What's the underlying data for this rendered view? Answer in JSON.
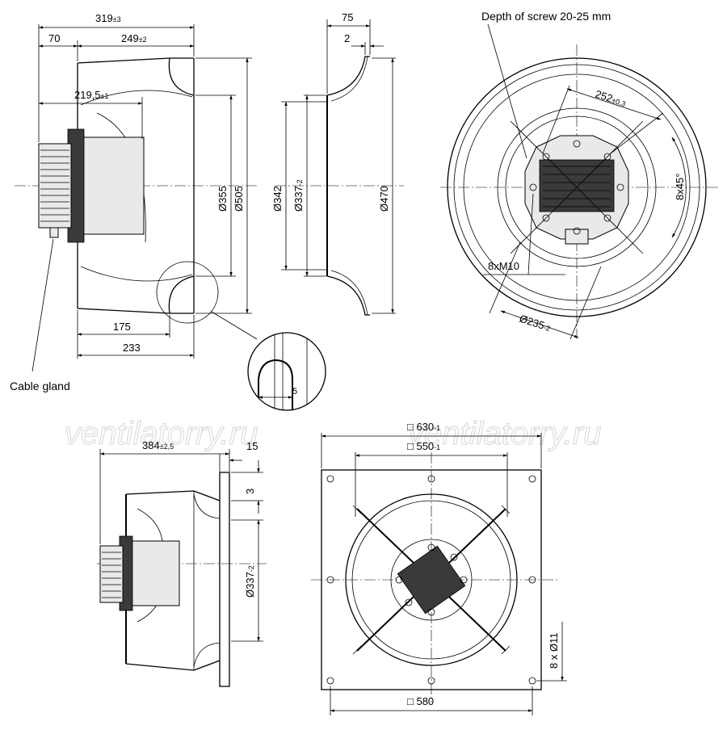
{
  "watermark": [
    "ventilatorry.ru",
    "ventilatorry.ru"
  ],
  "labels": {
    "cable_gland": "Cable gland",
    "depth_of_screw": "Depth of screw 20-25 mm",
    "screw_spec": "8xM10",
    "angle": "8x45°"
  },
  "side_view": {
    "overall": {
      "value": "319",
      "tol": "±3"
    },
    "d70": "70",
    "d249": {
      "value": "249",
      "tol": "±2"
    },
    "d219": {
      "value": "219,5",
      "tol": "±1"
    },
    "d355": "Ø355",
    "d505": "Ø505",
    "d175": "175",
    "d233": "233",
    "detail_5": "5"
  },
  "nozzle": {
    "d75": "75",
    "d2": "2",
    "d342": "Ø342",
    "d337": {
      "value": "Ø337",
      "tol": "-2"
    },
    "d470": "Ø470"
  },
  "front_view": {
    "d252": {
      "value": "252",
      "tol": "±0,3"
    },
    "d235": {
      "value": "Ø235",
      "tol": "-2"
    }
  },
  "plate_side": {
    "d384": {
      "value": "384",
      "tol": "±2,5"
    },
    "d15": "15",
    "d3": "3",
    "d337": {
      "value": "Ø337",
      "tol": "-2"
    }
  },
  "plate_front": {
    "d630": {
      "value": "□ 630",
      "tol": "-1"
    },
    "d550": {
      "value": "□ 550",
      "tol": "-1"
    },
    "d580": "□ 580",
    "holes": "8 x Ø11"
  }
}
